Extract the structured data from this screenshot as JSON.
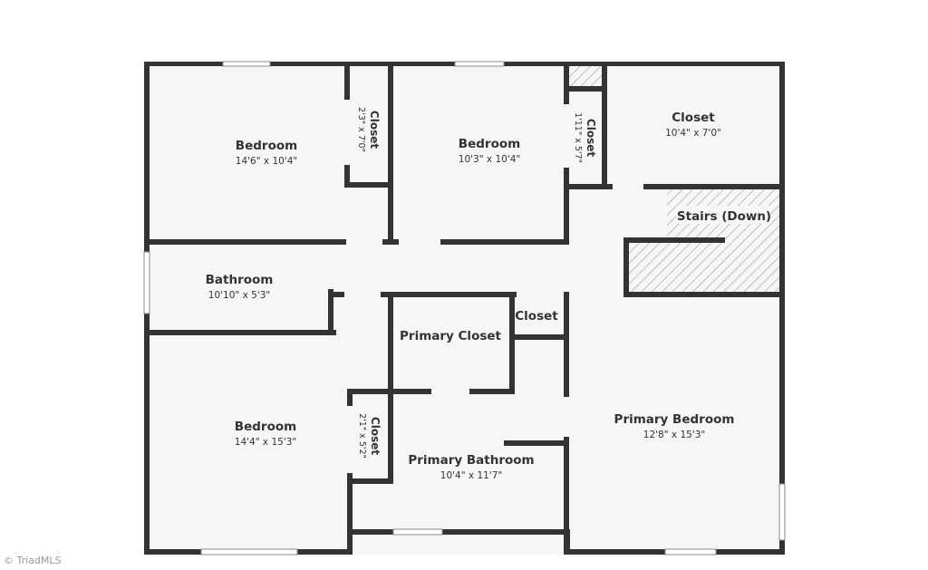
{
  "colors": {
    "wall": "#333333",
    "floor": "#f6f6f6",
    "background": "#ffffff"
  },
  "rooms": {
    "bedroom_nw": {
      "name": "Bedroom",
      "dims": "14'6\" x 10'4\""
    },
    "closet_nw": {
      "name": "Closet",
      "dims": "2'3\" x 7'0\""
    },
    "bedroom_n": {
      "name": "Bedroom",
      "dims": "10'3\" x 10'4\""
    },
    "closet_n": {
      "name": "Closet",
      "dims": "1'11\" x 5'7\""
    },
    "closet_ne": {
      "name": "Closet",
      "dims": "10'4\" x 7'0\""
    },
    "stairs": {
      "name": "Stairs (Down)"
    },
    "bathroom": {
      "name": "Bathroom",
      "dims": "10'10\" x 5'3\""
    },
    "primary_closet": {
      "name": "Primary Closet"
    },
    "closet_hall": {
      "name": "Closet"
    },
    "primary_bedroom": {
      "name": "Primary Bedroom",
      "dims": "12'8\" x 15'3\""
    },
    "bedroom_sw": {
      "name": "Bedroom",
      "dims": "14'4\" x 15'3\""
    },
    "closet_sw": {
      "name": "Closet",
      "dims": "2'1\" x 5'2\""
    },
    "primary_bathroom": {
      "name": "Primary Bathroom",
      "dims": "10'4\" x 11'7\""
    }
  },
  "watermark": "© TriadMLS"
}
